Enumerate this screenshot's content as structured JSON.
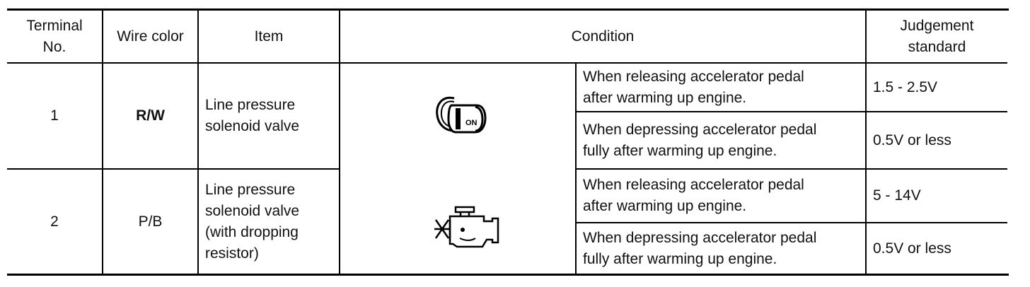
{
  "headers": {
    "terminal": [
      "Terminal",
      "No."
    ],
    "wire_color": "Wire color",
    "item": "Item",
    "condition": "Condition",
    "judgement": [
      "Judgement",
      "standard"
    ]
  },
  "rows": [
    {
      "terminal": "1",
      "wire_color": "R/W",
      "item": [
        "Line pressure",
        "solenoid valve"
      ],
      "condition_icon": "ignition-key-on-icon",
      "icon_label": "ON",
      "conditions": [
        {
          "text": [
            "When releasing accelerator pedal",
            "after warming up engine."
          ],
          "standard": "1.5 - 2.5V"
        },
        {
          "text": [
            "When depressing accelerator pedal",
            "fully after warming up engine."
          ],
          "standard": "0.5V or less"
        }
      ]
    },
    {
      "terminal": "2",
      "wire_color": "P/B",
      "item": [
        "Line pressure",
        "solenoid valve",
        "(with dropping",
        "resistor)"
      ],
      "condition_icon": "engine-running-icon",
      "conditions": [
        {
          "text": [
            "When releasing accelerator pedal",
            "after warming up engine."
          ],
          "standard": "5 - 14V"
        },
        {
          "text": [
            "When depressing accelerator pedal",
            "fully after warming up engine."
          ],
          "standard": "0.5V or less"
        }
      ]
    }
  ]
}
